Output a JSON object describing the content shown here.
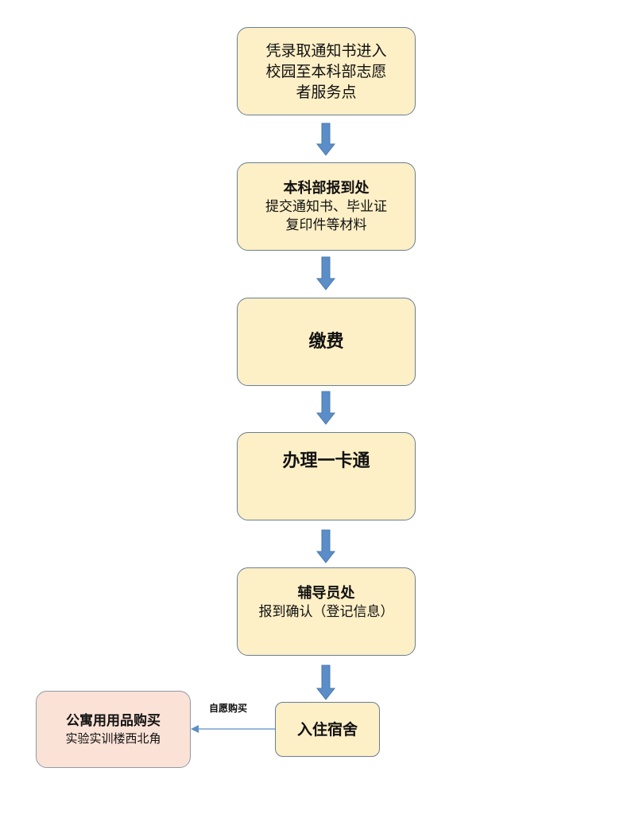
{
  "steps": [
    {
      "lines": [
        "凭录取通知书进入",
        "校园至本科部志愿",
        "者服务点"
      ]
    },
    {
      "title": "本科部报到处",
      "lines": [
        "提交通知书、毕业证",
        "复印件等材料"
      ]
    },
    {
      "title": "缴费"
    },
    {
      "title": "办理一卡通"
    },
    {
      "title": "辅导员处",
      "lines": [
        "报到确认（登记信息）"
      ]
    },
    {
      "title": "入住宿舍"
    }
  ],
  "side_box": {
    "title": "公寓用用品购买",
    "subtitle": "实验实训楼西北角"
  },
  "edge_label": "自愿购买",
  "colors": {
    "box_fill": "#fdefc6",
    "side_box_fill": "#fbe2d6",
    "border": "#6a7f94",
    "arrow": "#5b8ec8"
  }
}
